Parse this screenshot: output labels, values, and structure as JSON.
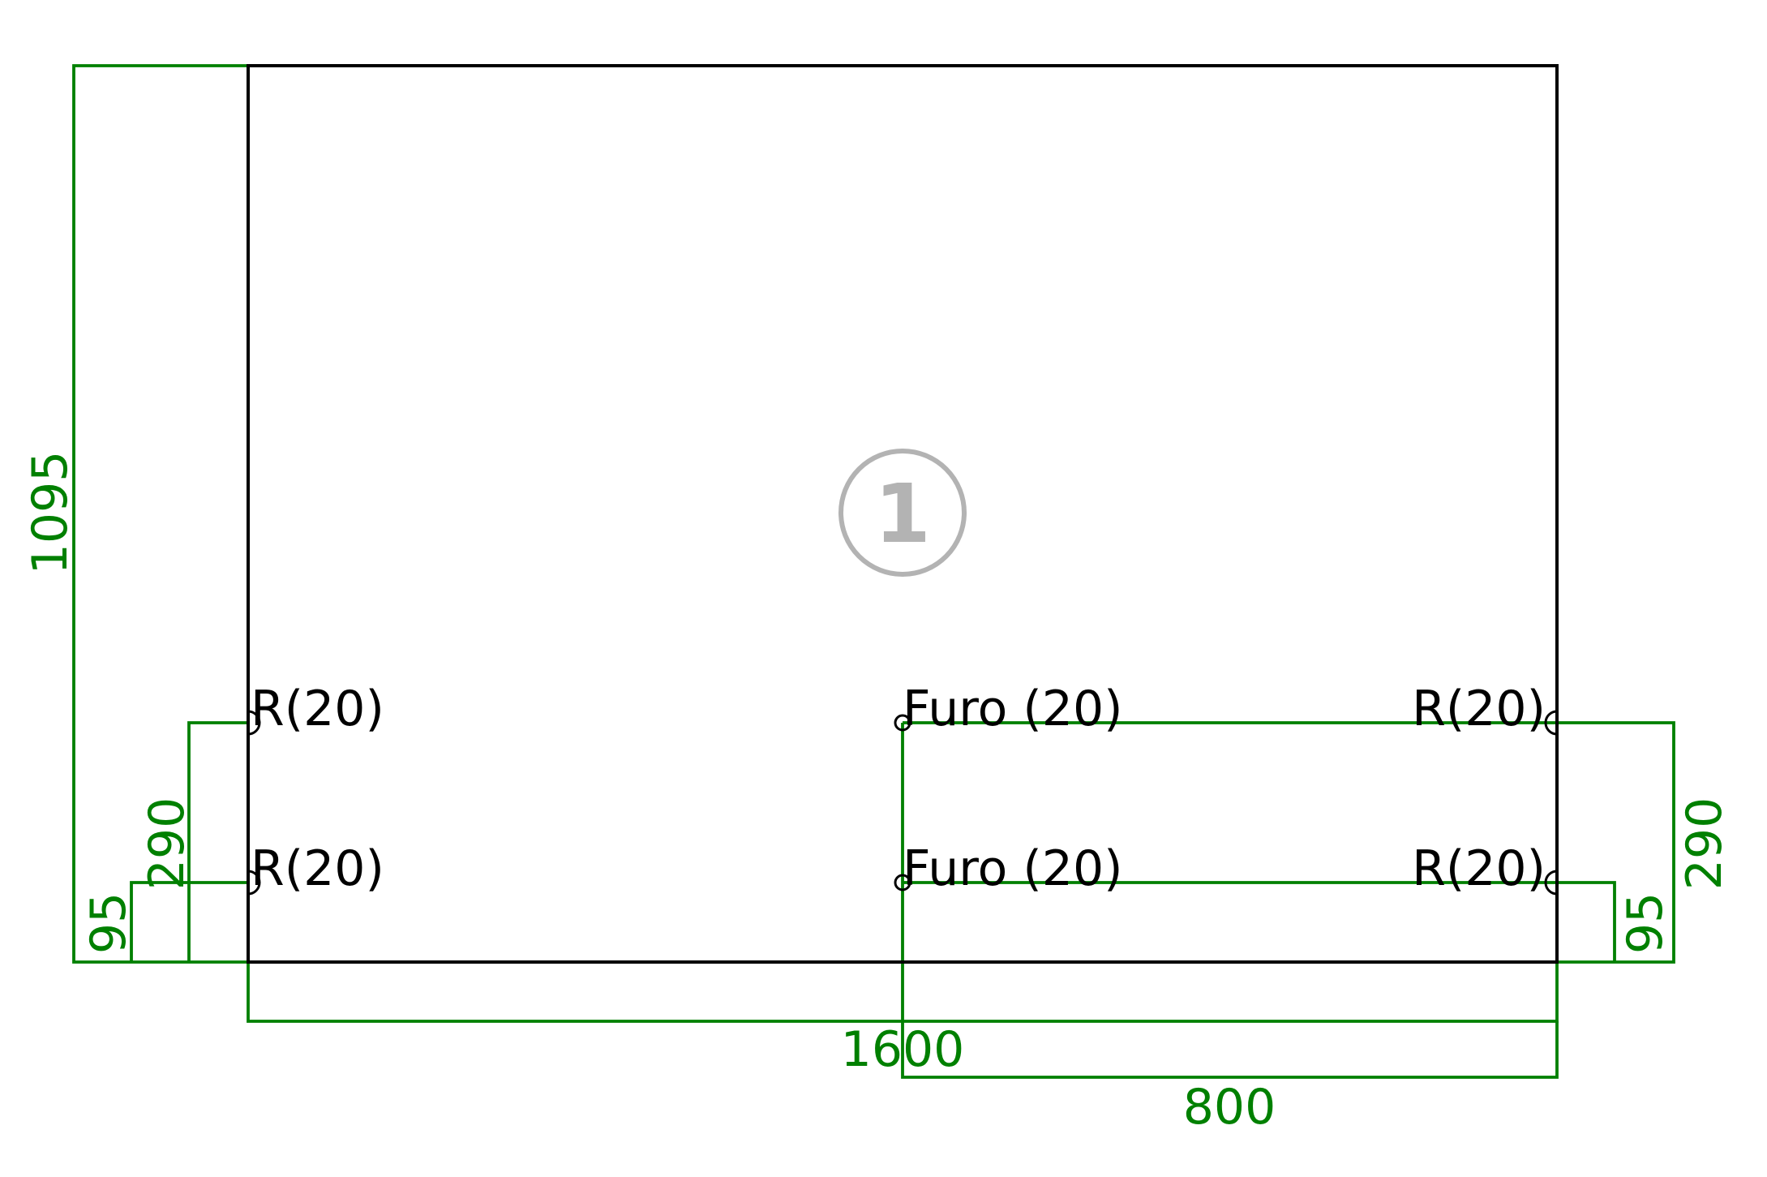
{
  "colors": {
    "dimension": "#008000",
    "outline": "#000000",
    "part_marker": "#b3b3b3"
  },
  "part": {
    "number": "1"
  },
  "dimensions": {
    "overall_height": "1095",
    "overall_width": "1600",
    "half_width": "800",
    "left_upper_offset": "290",
    "left_lower_offset": "95",
    "right_upper_offset": "290",
    "right_lower_offset": "95"
  },
  "features": {
    "left_upper": "R(20)",
    "left_lower": "R(20)",
    "center_upper": "Furo (20)",
    "center_lower": "Furo (20)",
    "right_upper": "R(20)",
    "right_lower": "R(20)"
  }
}
